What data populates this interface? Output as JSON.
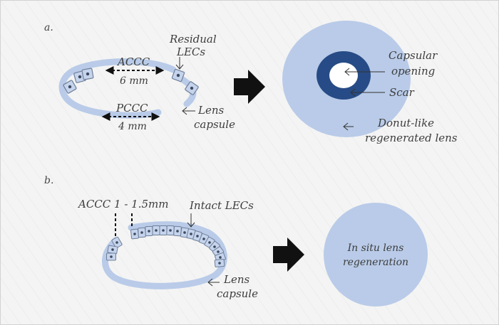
{
  "colors": {
    "background": "#f4f4f4",
    "hatch": "#e6e6e6",
    "capsule": "#b9cbe8",
    "cell_fill": "#c5d4ec",
    "cell_stroke": "#6f7f99",
    "nucleus": "#3d4a5f",
    "scar": "#274b86",
    "opening": "#ffffff",
    "arrow": "#111111",
    "text": "#3d3d3d"
  },
  "panel_a": {
    "letter": "a.",
    "accc_label": "ACCC",
    "accc_size": "6 mm",
    "pccc_label": "PCCC",
    "pccc_size": "4 mm",
    "residual_line1": "Residual",
    "residual_line2": "LECs",
    "lens_line1": "Lens",
    "lens_line2": "capsule",
    "capsular_line1": "Capsular",
    "capsular_line2": "opening",
    "scar": "Scar",
    "donut_line1": "Donut-like",
    "donut_line2": "regenerated lens"
  },
  "panel_b": {
    "letter": "b.",
    "accc_label": "ACCC 1 - 1.5mm",
    "intact": "Intact LECs",
    "lens_line1": "Lens",
    "lens_line2": "capsule",
    "regen_line1": "In situ lens",
    "regen_line2": "regeneration"
  },
  "icons": {
    "process_arrow": "right-arrow-icon",
    "dimension_arrow": "double-headed-arrow-icon",
    "pointer": "left-arrow-pointer-icon"
  }
}
